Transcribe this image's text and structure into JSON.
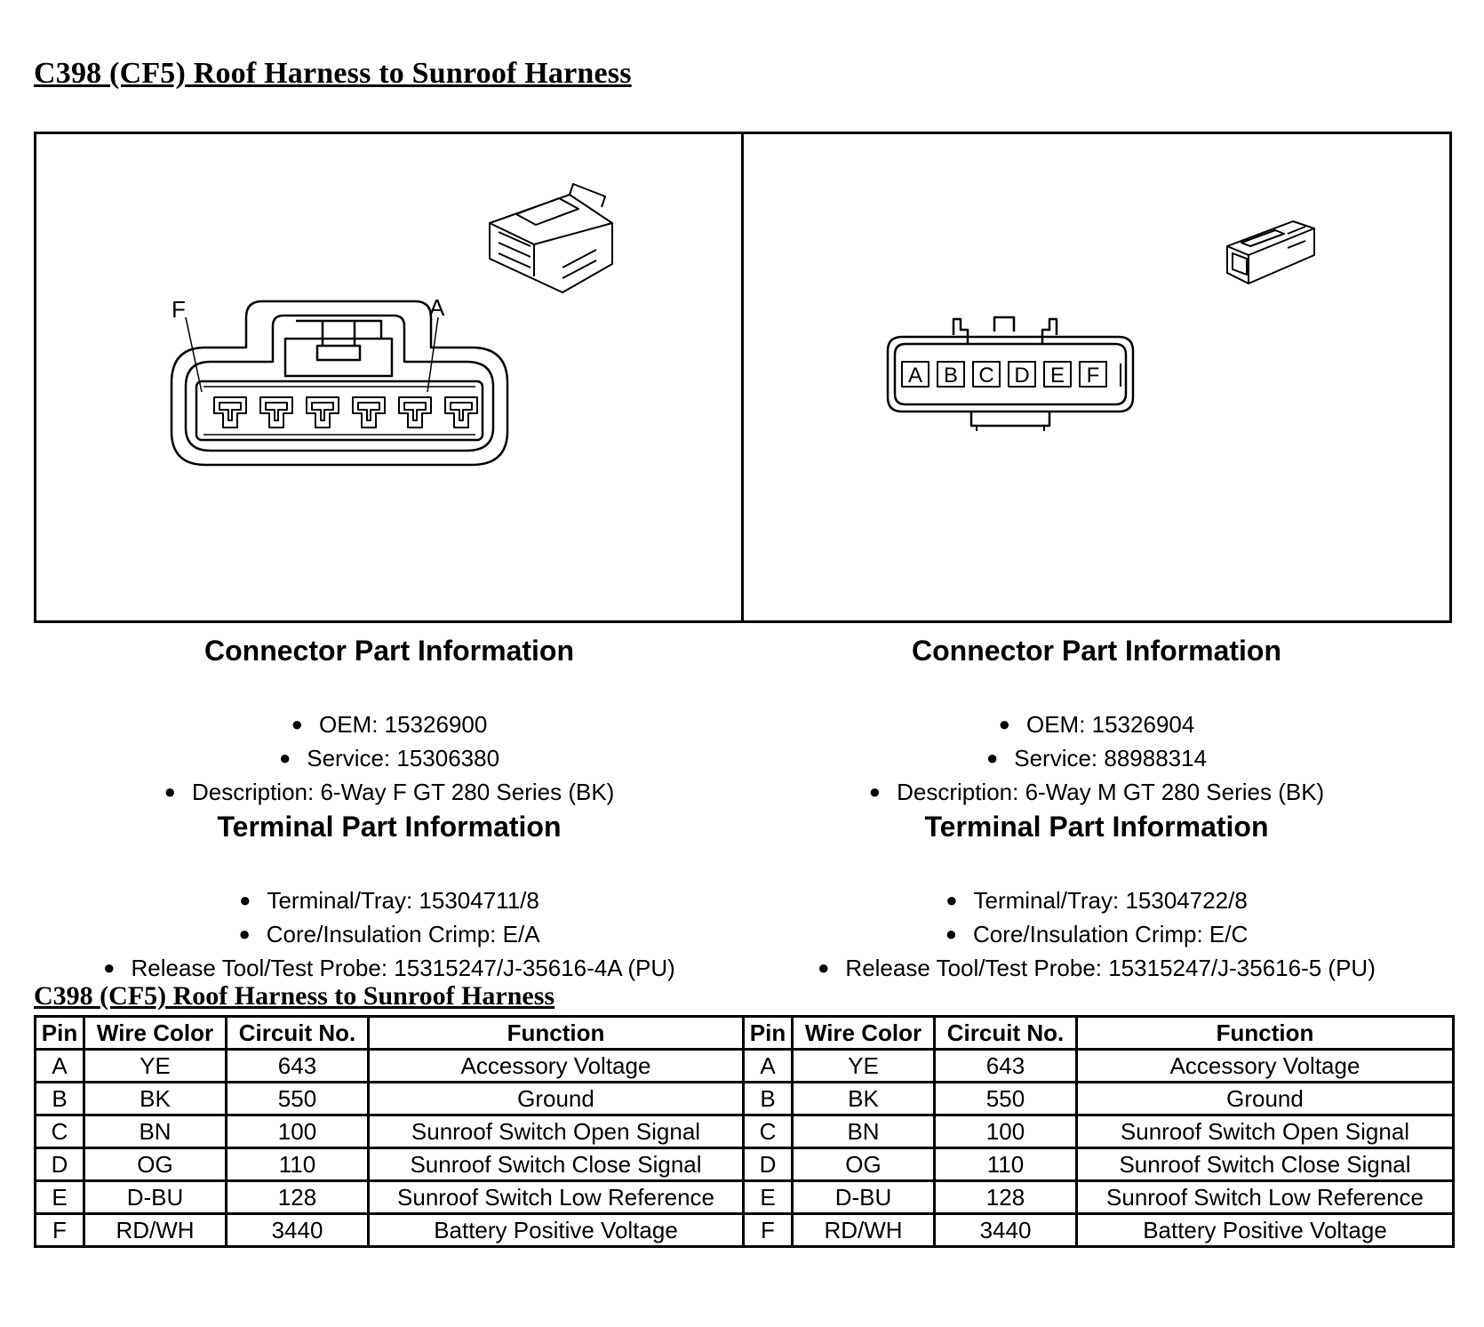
{
  "title": "C398 (CF5) Roof Harness to Sunroof Harness",
  "left_connector": {
    "pin_callouts": [
      "F",
      "A"
    ],
    "connector_heading": "Connector Part Information",
    "connector_items": [
      "OEM: 15326900",
      "Service: 15306380",
      "Description: 6-Way F GT 280 Series (BK)"
    ],
    "terminal_heading": "Terminal Part Information",
    "terminal_items": [
      "Terminal/Tray: 15304711/8",
      "Core/Insulation Crimp: E/A",
      "Release Tool/Test Probe: 15315247/J-35616-4A (PU)"
    ]
  },
  "right_connector": {
    "pin_labels": [
      "A",
      "B",
      "C",
      "D",
      "E",
      "F"
    ],
    "connector_heading": "Connector Part Information",
    "connector_items": [
      "OEM: 15326904",
      "Service: 88988314",
      "Description: 6-Way M GT 280 Series (BK)"
    ],
    "terminal_heading": "Terminal Part Information",
    "terminal_items": [
      "Terminal/Tray: 15304722/8",
      "Core/Insulation Crimp: E/C",
      "Release Tool/Test Probe: 15315247/J-35616-5 (PU)"
    ]
  },
  "table": {
    "title": "C398 (CF5) Roof Harness to Sunroof Harness",
    "headers": [
      "Pin",
      "Wire Color",
      "Circuit No.",
      "Function",
      "Pin",
      "Wire Color",
      "Circuit No.",
      "Function"
    ],
    "rows": [
      [
        "A",
        "YE",
        "643",
        "Accessory Voltage",
        "A",
        "YE",
        "643",
        "Accessory Voltage"
      ],
      [
        "B",
        "BK",
        "550",
        "Ground",
        "B",
        "BK",
        "550",
        "Ground"
      ],
      [
        "C",
        "BN",
        "100",
        "Sunroof Switch Open Signal",
        "C",
        "BN",
        "100",
        "Sunroof Switch Open Signal"
      ],
      [
        "D",
        "OG",
        "110",
        "Sunroof Switch Close Signal",
        "D",
        "OG",
        "110",
        "Sunroof Switch Close Signal"
      ],
      [
        "E",
        "D-BU",
        "128",
        "Sunroof Switch Low Reference",
        "E",
        "D-BU",
        "128",
        "Sunroof Switch Low Reference"
      ],
      [
        "F",
        "RD/WH",
        "3440",
        "Battery Positive Voltage",
        "F",
        "RD/WH",
        "3440",
        "Battery Positive Voltage"
      ]
    ]
  }
}
